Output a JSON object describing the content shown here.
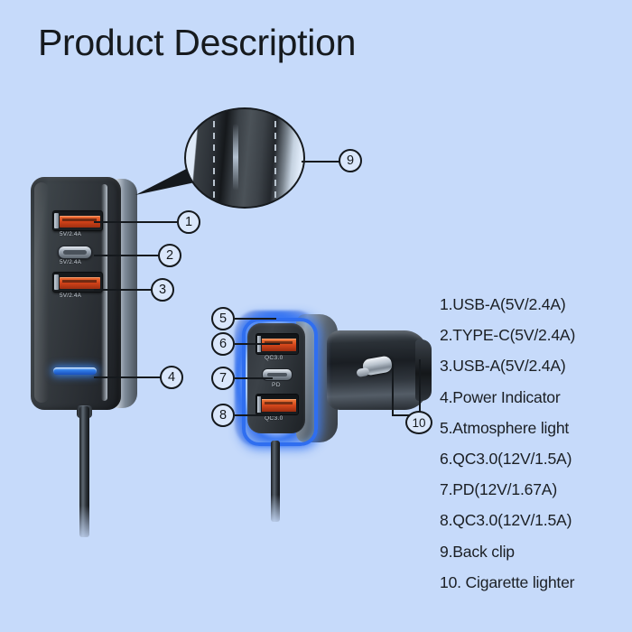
{
  "page": {
    "title": "Product Description",
    "background_color": "#c6dafa",
    "text_color": "#1b1f24"
  },
  "legend": {
    "items": [
      {
        "num": "1",
        "text": "1.USB-A(5V/2.4A)"
      },
      {
        "num": "2",
        "text": "2.TYPE-C(5V/2.4A)"
      },
      {
        "num": "3",
        "text": "3.USB-A(5V/2.4A)"
      },
      {
        "num": "4",
        "text": "4.Power Indicator"
      },
      {
        "num": "5",
        "text": "5.Atmosphere light"
      },
      {
        "num": "6",
        "text": "6.QC3.0(12V/1.5A)"
      },
      {
        "num": "7",
        "text": "7.PD(12V/1.67A)"
      },
      {
        "num": "8",
        "text": "8.QC3.0(12V/1.5A)"
      },
      {
        "num": "9",
        "text": "9.Back clip"
      },
      {
        "num": "10",
        "text": "10. Cigarette lighter"
      }
    ]
  },
  "callouts": {
    "c1": "1",
    "c2": "2",
    "c3": "3",
    "c4": "4",
    "c5": "5",
    "c6": "6",
    "c7": "7",
    "c8": "8",
    "c9": "9",
    "c10": "10"
  },
  "wall_charger": {
    "port1_label": "5V/2.4A",
    "port2_label": "5V/2.4A",
    "port3_label": "5V/2.4A",
    "indicator_color": "#2f7ce8",
    "usb_a_color": "#d4441a",
    "type_c_color": "#9aa4b0"
  },
  "car_charger": {
    "port_top_label": "QC3.0",
    "port_mid_label": "PD",
    "port_bottom_label": "QC3.0",
    "atmosphere_light_color": "#2f6ef0"
  },
  "magnifier": {
    "subject": "back clip"
  }
}
